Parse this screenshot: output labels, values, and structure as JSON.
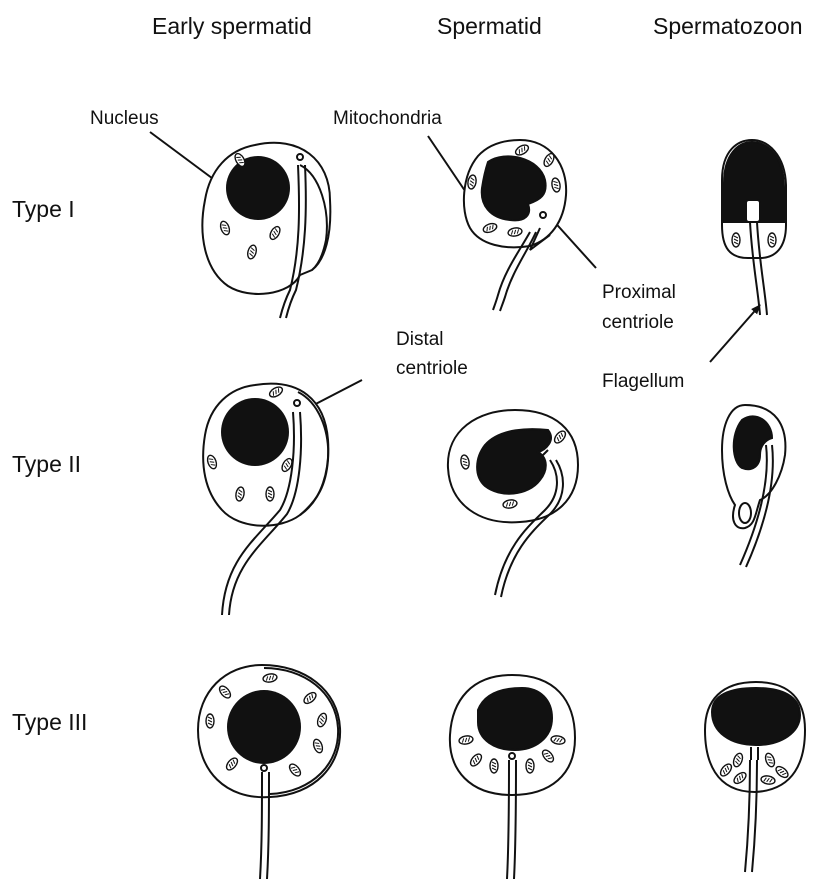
{
  "columns": {
    "early": "Early spermatid",
    "spermatid": "Spermatid",
    "spermatozoon": "Spermatozoon"
  },
  "rows": {
    "type1": "Type I",
    "type2": "Type II",
    "type3": "Type III"
  },
  "labels": {
    "nucleus": "Nucleus",
    "mitochondria": "Mitochondria",
    "proximal_centriole_line1": "Proximal",
    "proximal_centriole_line2": "centriole",
    "distal_centriole_line1": "Distal",
    "distal_centriole_line2": "centriole",
    "flagellum": "Flagellum"
  },
  "colors": {
    "ink": "#111111",
    "background": "#ffffff"
  }
}
